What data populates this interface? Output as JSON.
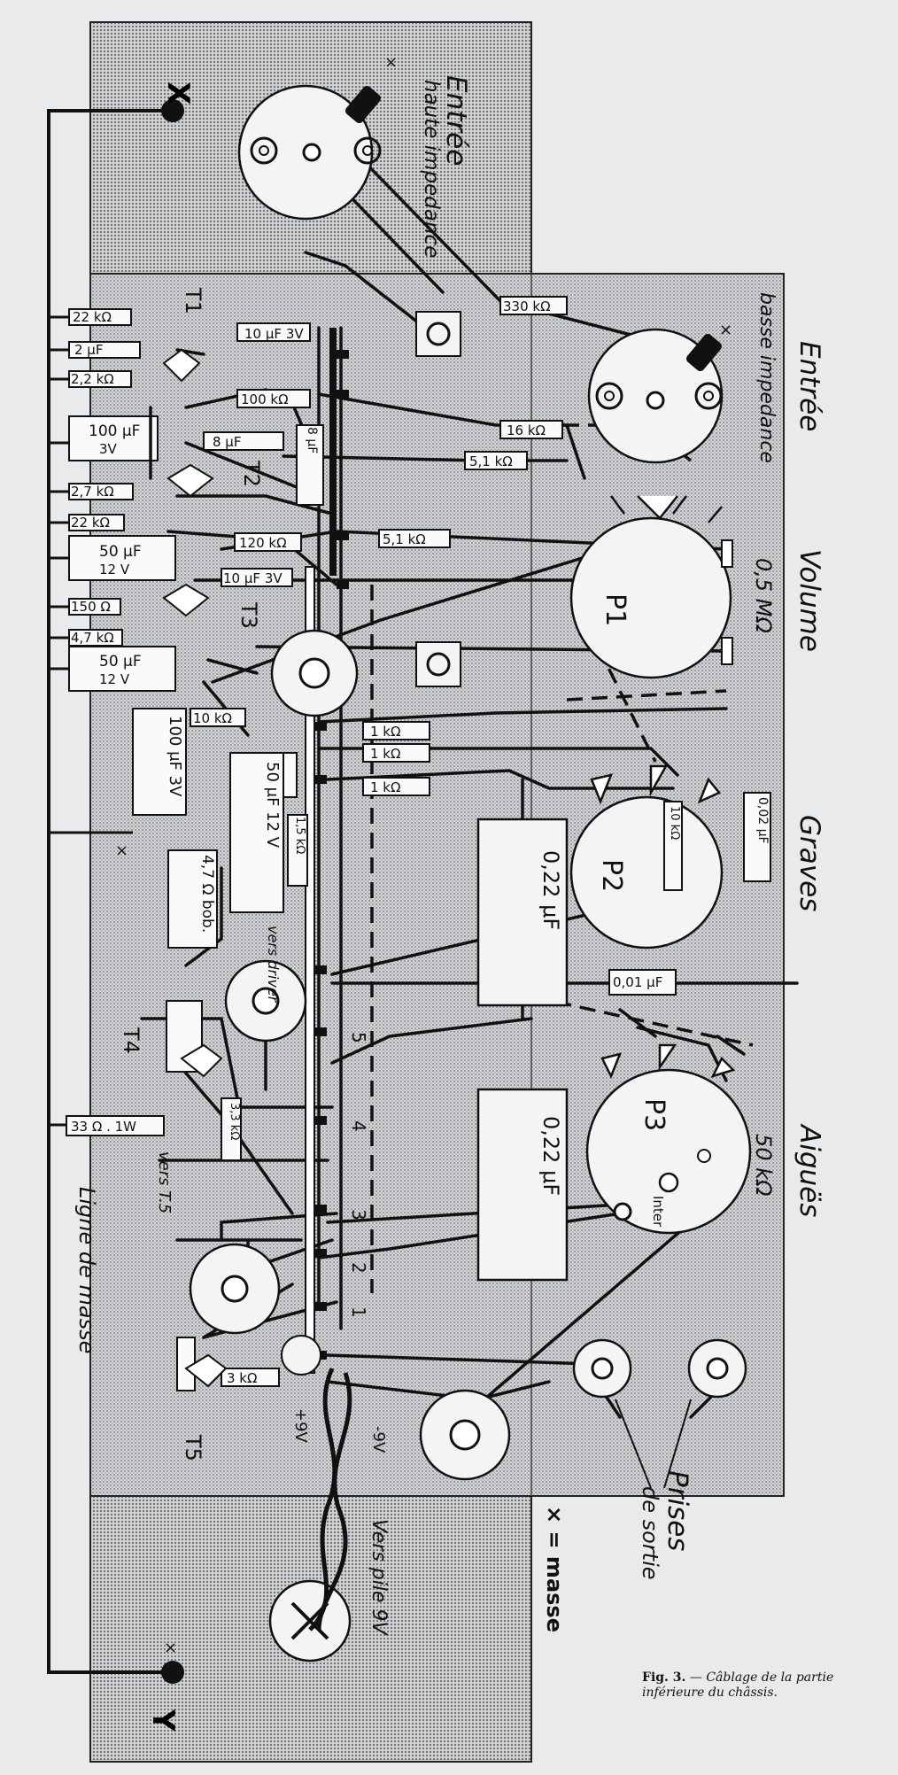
{
  "caption": {
    "fig": "Fig. 3.",
    "text": "— Câblage de la partie inférieure du châssis."
  },
  "points": {
    "x": "X",
    "y": "Y",
    "mark": "×"
  },
  "labels": {
    "entree_haute_1": "Entrée",
    "entree_haute_2": "haute impedance",
    "entree_basse_1": "Entrée",
    "entree_basse_2": "basse impedance",
    "volume": "Volume",
    "volume_val": "0,5 MΩ",
    "graves": "Graves",
    "aigues": "Aiguës",
    "aigues_val": "50 kΩ",
    "ligne_masse": "Ligne de masse",
    "prises_1": "Prises",
    "prises_2": "de sortie",
    "masse_legend": "× = masse",
    "vers_pile": "Vers pile 9V",
    "vers_driver": "vers driver",
    "vers_t5": "vers T.5",
    "plus9": "+9V",
    "minus9": "-9V",
    "inter": "Inter",
    "p1": "P1",
    "p2": "P2",
    "p3": "P3",
    "t1": "T1",
    "t2": "T2",
    "t3": "T3",
    "t4": "T4",
    "t5": "T5",
    "strip_nums": [
      "5",
      "4",
      "3",
      "2",
      "1"
    ]
  },
  "components": {
    "r22k_a": "22 kΩ",
    "c2uf": "2 μF",
    "r2_2k": "2,2 kΩ",
    "c10uf_a": "10 μF",
    "c10uf_a_v": "3V",
    "r100k": "100 kΩ",
    "c100uf": "100 μF",
    "c100uf_v": "3V",
    "c8uf_a": "8 μF",
    "c8uf_b": "8 μF",
    "r2_7k": "2,7 kΩ",
    "r22k_b": "22 kΩ",
    "r120k": "120 kΩ",
    "c50uf_a": "50 μF",
    "c50uf_a_v": "12 V",
    "r150": "150 Ω",
    "r4_7k": "4,7 kΩ",
    "c10uf_b": "10 μF",
    "c10uf_b_v": "3V",
    "c50uf_b": "50 μF",
    "c50uf_b_v": "12 V",
    "r330k": "330 kΩ",
    "r16k": "16 kΩ",
    "r5_1k_a": "5,1 kΩ",
    "r5_1k_b": "5,1 kΩ",
    "r10k_a": "10 kΩ",
    "r1k_a": "1 kΩ",
    "r1k_b": "1 kΩ",
    "r1k_c": "1 kΩ",
    "c100uf_b": "100 μF",
    "c100uf_b_v": "3V",
    "c50uf_c": "50 μF",
    "c50uf_c_v": "12 V",
    "r1_5k": "1,5 kΩ",
    "r4_7_bob": "4,7 Ω bob.",
    "r33": "33 Ω . 1W",
    "r3_3k": "3,3 kΩ",
    "r3k": "3 kΩ",
    "c022_a": "0,22 μF",
    "c022_b": "0,22 μF",
    "c002": "0,02 μF",
    "c001": "0,01 μF",
    "r10k_b": "10 kΩ"
  }
}
